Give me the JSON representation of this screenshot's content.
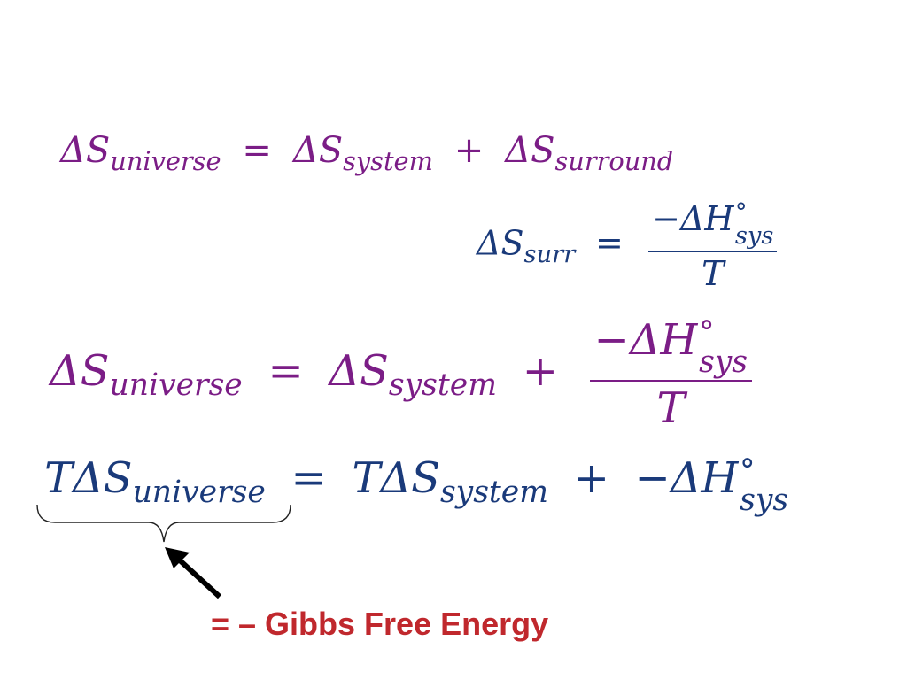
{
  "equations": {
    "eq1": {
      "lhs_symbol": "ΔS",
      "lhs_sub": "universe",
      "eq": "=",
      "t1_symbol": "ΔS",
      "t1_sub": "system",
      "plus": "+",
      "t2_symbol": "ΔS",
      "t2_sub": "surround"
    },
    "eq2": {
      "lhs_symbol": "ΔS",
      "lhs_sub": "surr",
      "eq": "=",
      "num_prefix": "−ΔH",
      "num_sup": "°",
      "num_sub": "sys",
      "den": "T"
    },
    "eq3": {
      "lhs_symbol": "ΔS",
      "lhs_sub": "universe",
      "eq": "=",
      "t1_symbol": "ΔS",
      "t1_sub": "system",
      "plus": "+",
      "num_prefix": "−ΔH",
      "num_sup": "°",
      "num_sub": "sys",
      "den": "T"
    },
    "eq4": {
      "lhs_symbol": "TΔS",
      "lhs_sub": "universe",
      "eq": "=",
      "t1_symbol": "TΔS",
      "t1_sub": "system",
      "plus": "+",
      "t2_prefix": "−ΔH",
      "t2_sup": "°",
      "t2_sub": "sys"
    }
  },
  "annotation": {
    "label": "= – Gibbs Free Energy",
    "color": "#c0282d"
  },
  "colors": {
    "equation_purple": "#7b1d86",
    "equation_navy": "#1a3a7a",
    "arrow": "#000000"
  }
}
